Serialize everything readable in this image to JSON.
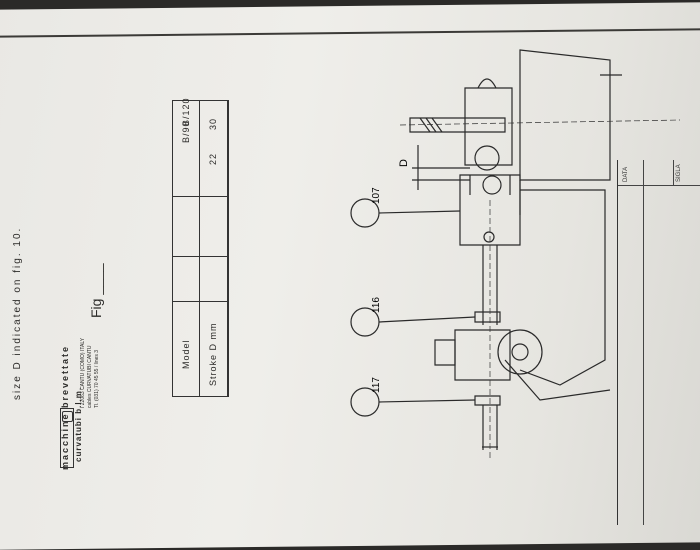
{
  "document": {
    "top_note": "size D indicated on fig. 10.",
    "company_line": "macchine brevettate",
    "logo_text": "curvatubi b.l.m.",
    "address_lines": [
      "I 22063 CANTU (COMO) ITALY",
      "cables CURVATUBI CANTU",
      "Tl. (031) 70 45 55 / lines 3"
    ],
    "fig_label": "Fig ____"
  },
  "spec_table": {
    "row_labels": [
      "Model",
      "Stroke D mm"
    ],
    "columns": [
      {
        "model": "B/90",
        "stroke": "22"
      },
      {
        "model": "B/120",
        "stroke": "30"
      }
    ]
  },
  "drawing": {
    "callouts": [
      "107",
      "116",
      "117"
    ],
    "dimension_label": "D"
  },
  "title_block": {
    "fields": [
      "SIGLA",
      "DATA"
    ]
  }
}
